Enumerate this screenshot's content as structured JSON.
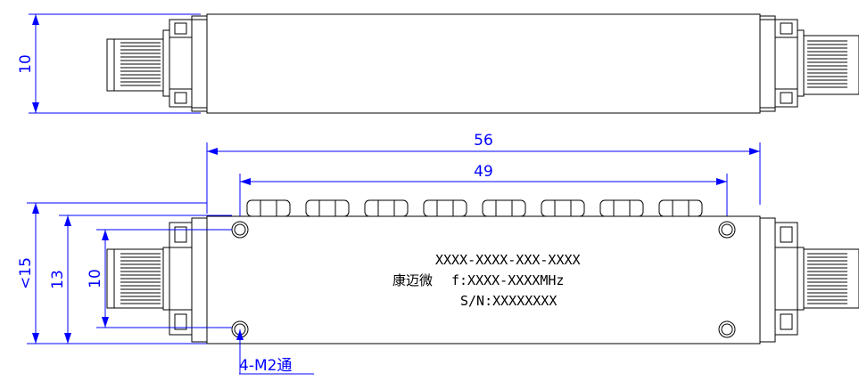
{
  "dimensions": {
    "top_view_height": "10",
    "overall_length": "56",
    "hole_spacing": "49",
    "overall_width": "<15",
    "hole_span": "13",
    "connector_height": "10"
  },
  "label": {
    "part_number": "XXXX-XXXX-XXX-XXXX",
    "company": "康迈微",
    "frequency": "f:XXXX-XXXXMHz",
    "serial": "S/N:XXXXXXXX"
  },
  "mounting_holes": "4-M2通",
  "colors": {
    "dimension": "#0000ff",
    "outline": "#000000"
  }
}
